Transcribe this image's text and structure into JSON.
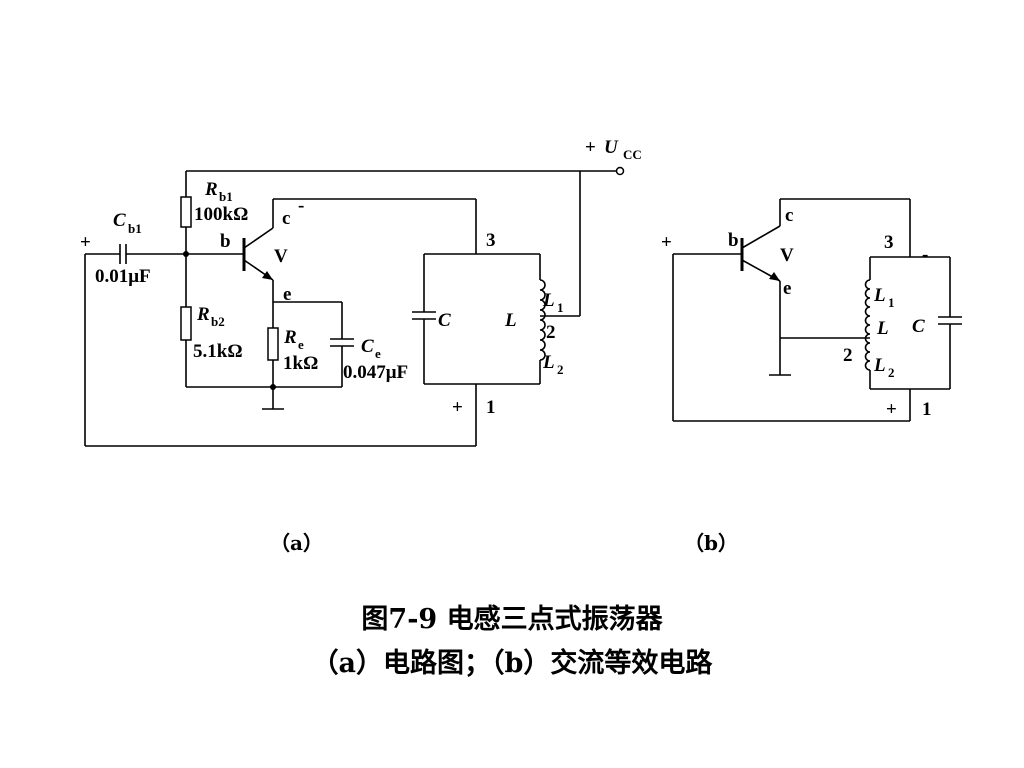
{
  "caption": {
    "line1": "图7-9  电感三点式振荡器",
    "line2": "（a）电路图；（b）交流等效电路"
  },
  "sublabels": {
    "a": "（a）",
    "b": "（b）"
  },
  "circuit_a": {
    "supply_plus": "+",
    "supply_name": "U",
    "supply_sub": "CC",
    "input_plus": "+",
    "cb1_name": "C",
    "cb1_sub": "b1",
    "cb1_value": "0.01μF",
    "rb1_name": "R",
    "rb1_sub": "b1",
    "rb1_value": "100kΩ",
    "rb2_name": "R",
    "rb2_sub": "b2",
    "rb2_value": "5.1kΩ",
    "re_name": "R",
    "re_sub": "e",
    "re_value": "1kΩ",
    "ce_name": "C",
    "ce_sub": "e",
    "ce_value": "0.047μF",
    "pin_c": "c",
    "pin_b": "b",
    "pin_e": "e",
    "transistor": "V",
    "minus": "-",
    "node3": "3",
    "node2": "2",
    "node1": "1",
    "node1_plus": "+",
    "cap_c": "C",
    "ind_l": "L",
    "l1_name": "L",
    "l1_sub": "1",
    "l2_name": "L",
    "l2_sub": "2"
  },
  "circuit_b": {
    "input_plus": "+",
    "pin_c": "c",
    "pin_b": "b",
    "pin_e": "e",
    "transistor": "V",
    "node3": "3",
    "minus": "-",
    "l1_name": "L",
    "l1_sub": "1",
    "ind_l": "L",
    "node2": "2",
    "l2_name": "L",
    "l2_sub": "2",
    "cap_c": "C",
    "node1_plus": "+",
    "node1": "1"
  }
}
